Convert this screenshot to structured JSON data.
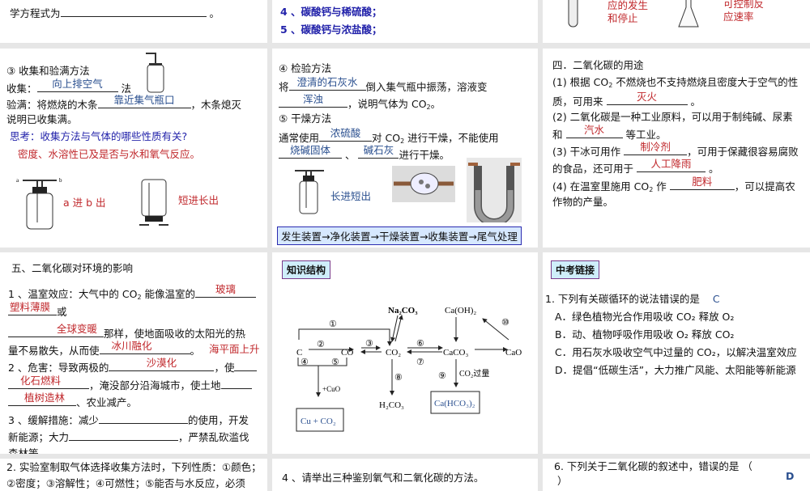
{
  "r1c1": {
    "line": "学方程式为",
    "end": "。"
  },
  "r1c2": {
    "l4": "4 、碳酸钙与稀硫酸；",
    "l5": "5 、碳酸钙与浓盐酸；"
  },
  "r1c3": {
    "t1a": "应的发生",
    "t1b": "和停止",
    "t2a": "可控制反",
    "t2b": "应速率"
  },
  "collect": {
    "title": "③ 收集和验满方法",
    "l1a": "收集：",
    "a1": "向上排空气",
    "l1b": "法",
    "l2a": "验满：将燃烧的木条",
    "a2": "靠近集气瓶口",
    "l2b": "，木条熄灭",
    "l3": "说明已收集满。",
    "think": "思考：收集方法与气体的哪些性质有关?",
    "reply": "密度、水溶性已及是否与水和氧气反应。",
    "lbl1": "a 进 b 出",
    "lbl2": "短进长出",
    "a_mark": "a",
    "b_mark": "b"
  },
  "test": {
    "title": "④ 检验方法",
    "l1a": "将",
    "a1": "澄清的石灰水",
    "l1b": "倒入集气瓶中振荡，溶液变",
    "a2": "浑浊",
    "l2b": "，说明气体为 CO",
    "l2c": "2",
    "l2d": "。",
    "dry": "⑤ 干燥方法",
    "l3a": "通常使用",
    "a3": "浓硫酸",
    "l3b": "对 CO",
    "l3c": "2",
    "l3d": " 进行干燥，不能使用",
    "a4": "烧碱固体",
    "sep": "、",
    "a5": "碱石灰",
    "l4b": "进行干燥。",
    "lbl": "长进短出",
    "banner": "发生装置→净化装置→干燥装置→收集装置→尾气处理"
  },
  "uses": {
    "title": "四．二氧化碳的用途",
    "p1a": "(1) 根据 CO",
    "p1b": " 不燃烧也不支持燃烧且密度大于空气的性",
    "p1c": "质，可用来",
    "a1": "灭火",
    "p2a": "(2) 二氧化碳是一种工业原料，可以用于制纯碱、尿素",
    "p2b": "和",
    "a2": "汽水",
    "p2c": "等工业。",
    "p3a": "(3) 干冰可用作",
    "a3": "制冷剂",
    "p3b": "，可用于保藏很容易腐败",
    "p3c": "的食品，还可用于",
    "a4": "人工降雨",
    "p4a": "(4) 在温室里施用 CO",
    "p4b": " 作",
    "a5": "肥料",
    "p4c": "，可以提高农",
    "p4d": "作物的产量。",
    "dot": "。",
    "sub2": "2"
  },
  "env": {
    "title": "五、二氧化碳对环境的影响",
    "l1a": "1 、温室效应：大气中的 CO",
    "l1b": "能像温室的",
    "a1": "玻璃",
    "a2": "塑料薄膜",
    "or": "或",
    "a3": "全球变暖",
    "l2": "那样，使地面吸收的太阳光的热",
    "l3": "量不易散失，从而使",
    "a4": "冰川融化",
    "a5": "海平面上升",
    "l4a": "2 、危害：导致两极的",
    "a6": "沙漠化",
    "l4b": "，使",
    "a7": "化石燃料",
    "l5": "，淹没部分沿海城市，使土地",
    "a8": "植树造林",
    "l6": "、农业减产。",
    "l7a": "3 、缓解措施：减少",
    "l7b": "的使用，开发",
    "l8a": "新能源；大力",
    "l8b": "，严禁乱砍滥伐",
    "l9": "森林等。",
    "sub2": "2",
    "dot": "。"
  },
  "structure": {
    "tag": "知识结构",
    "nodes": {
      "C": "C",
      "CO": "CO",
      "CO2": "CO₂",
      "Na2CO3": "Na₂CO₃",
      "CaOH2": "Ca(OH)₂",
      "CaCO3": "CaCO₃",
      "CaO": "CaO",
      "H2CO3": "H₂CO₃",
      "CaHCO32": "Ca(HCO₃)₂",
      "CuCO2": "Cu + CO₂"
    },
    "labels": {
      "n1": "①",
      "n2": "②",
      "n3": "③",
      "n4": "④",
      "n5": "⑤",
      "n6": "⑥",
      "n7": "⑦",
      "n8": "⑧",
      "n9": "⑨",
      "n10": "⑩",
      "cuo": "+CuO",
      "excess": "CO₂过量"
    }
  },
  "exam": {
    "tag": "中考链接",
    "q": "1. 下列有关碳循环的说法错误的是",
    "ans": "C",
    "A": "A．绿色植物光合作用吸收 CO₂ 释放 O₂",
    "B": "B．动、植物呼吸作用吸收 O₂ 释放 CO₂",
    "C": "C．用石灰水吸收空气中过量的 CO₂，以解决温室效应",
    "D": "D．提倡“低碳生活”，大力推广风能、太阳能等新能源"
  },
  "r4c1": {
    "l1": "2. 实验室制取气体选择收集方法时，下列性质：①颜色；",
    "l2": "②密度；③溶解性；④可燃性；⑤能否与水反应，必须"
  },
  "r4c2": {
    "l1": "4 、请举出三种鉴别氧气和二氧化碳的方法。"
  },
  "r4c3": {
    "l1": "6. 下列关于二氧化碳的叙述中，错误的是 （",
    "ans": "D",
    "l2": "）"
  }
}
